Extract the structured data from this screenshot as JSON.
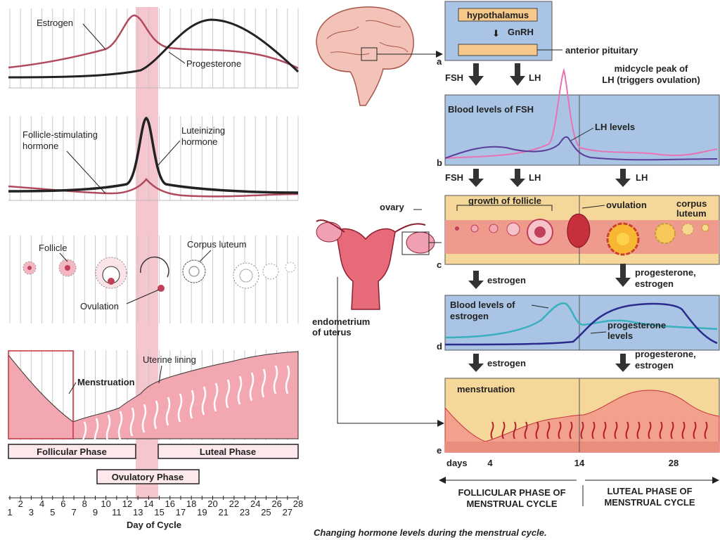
{
  "left_panel": {
    "hormone_chart": {
      "estrogen_label": "Estrogen",
      "progesterone_label": "Progesterone"
    },
    "pituitary_chart": {
      "fsh_label_line1": "Follicle-stimulating",
      "fsh_label_line2": "hormone",
      "lh_label_line1": "Luteinizing",
      "lh_label_line2": "hormone"
    },
    "ovary_row": {
      "follicle_label": "Follicle",
      "ovulation_label": "Ovulation",
      "corpus_luteum_label": "Corpus luteum"
    },
    "uterus_row": {
      "uterine_lining_label": "Uterine lining",
      "menstruation_label": "Menstruation"
    },
    "phases": {
      "follicular": "Follicular Phase",
      "luteal": "Luteal Phase",
      "ovulatory": "Ovulatory Phase"
    },
    "day_axis": {
      "even_days": [
        "2",
        "4",
        "6",
        "8",
        "10",
        "12",
        "14",
        "16",
        "18",
        "20",
        "22",
        "24",
        "26",
        "28"
      ],
      "odd_days": [
        "1",
        "3",
        "5",
        "7",
        "9",
        "11",
        "13",
        "15",
        "17",
        "19",
        "21",
        "23",
        "25",
        "27"
      ],
      "label": "Day of Cycle"
    }
  },
  "right_panel": {
    "hypothalamus": "hypothalamus",
    "gnrh": "GnRH",
    "anterior_pituitary": "anterior pituitary",
    "fsh": "FSH",
    "lh": "LH",
    "midcycle_line1": "midcycle peak of",
    "midcycle_line2": "LH (triggers ovulation)",
    "blood_fsh": "Blood levels of FSH",
    "lh_levels": "LH levels",
    "ovary": "ovary",
    "growth_of_follicle": "growth of follicle",
    "ovulation": "ovulation",
    "corpus_line1": "corpus",
    "corpus_line2": "luteum",
    "estrogen": "estrogen",
    "prog_estrogen_line1": "progesterone,",
    "prog_estrogen_line2": "estrogen",
    "blood_estrogen_line1": "Blood levels of",
    "blood_estrogen_line2": "estrogen",
    "progesterone_levels_line1": "progesterone",
    "progesterone_levels_line2": "levels",
    "endometrium_line1": "endometrium",
    "endometrium_line2": "of uterus",
    "menstruation": "menstruation",
    "days_label": "days",
    "day_4": "4",
    "day_14": "14",
    "day_28": "28",
    "follicular_line1": "FOLLICULAR PHASE OF",
    "follicular_line2": "MENSTRUAL CYCLE",
    "luteal_line1": "LUTEAL PHASE OF",
    "luteal_line2": "MENSTRUAL CYCLE",
    "caption": "Changing hormone levels during the menstrual cycle.",
    "panel_letters": [
      "a",
      "b",
      "c",
      "d",
      "e"
    ]
  },
  "colors": {
    "pink_band": "#f6c6cf",
    "blue_panel": "#a9c4e4",
    "tan_panel": "#f6d79a",
    "lh_pink": "#e873b4",
    "fsh_purple": "#5a3d9a",
    "estrogen_teal": "#3ab0bf",
    "progesterone_navy": "#2b2a8f",
    "tissue_red": "#c82f3c"
  }
}
